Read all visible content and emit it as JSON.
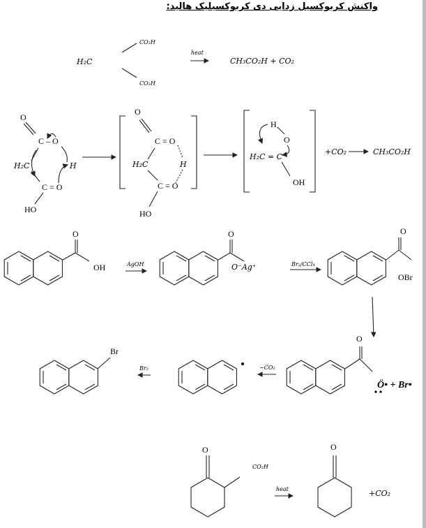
{
  "title": "واکنش کربوکسیل زدایی دی کربوکسیلیک هالید:",
  "reaction1": {
    "reactant": "H₂C",
    "group_top": "CO₂H",
    "group_bottom": "CO₂H",
    "condition": "heat",
    "product": "CH₃CO₂H + CO₂"
  },
  "mechanism": {
    "left": {
      "o_top": "O",
      "c_o_top": "C – O",
      "h2c": "H₂C",
      "h": "H",
      "c_o_bottom": "C = O",
      "ho": "HO"
    },
    "middle": {
      "o_top": "O",
      "c_o_top": "C = O",
      "h2c": "H₂C",
      "h": "H",
      "c_o_bottom": "C = O",
      "ho": "HO"
    },
    "right": {
      "h": "H",
      "o": "O",
      "h2c_c": "H₂C = C",
      "oh": "OH"
    },
    "plus_co2": "+CO₂",
    "product": "CH₃CO₂H"
  },
  "hunsdiecker": {
    "acid_o": "O",
    "acid_oh": "OH",
    "reagent1": "AgOH",
    "salt_o": "O",
    "salt_label": "O⁻Ag⁺",
    "reagent2": "Br₂/CCl₄",
    "hypo_o": "O",
    "hypo_label": "OBr",
    "radical_o": "O",
    "radical_label": "Ö• + Br•",
    "loss": "−ĊO₂",
    "reagent3": "Br₂",
    "product_br": "Br"
  },
  "reaction3": {
    "ketone_o": "O",
    "group": "CO₂H",
    "condition": "heat",
    "product_o": "O",
    "plus_co2": "+CO₂"
  }
}
